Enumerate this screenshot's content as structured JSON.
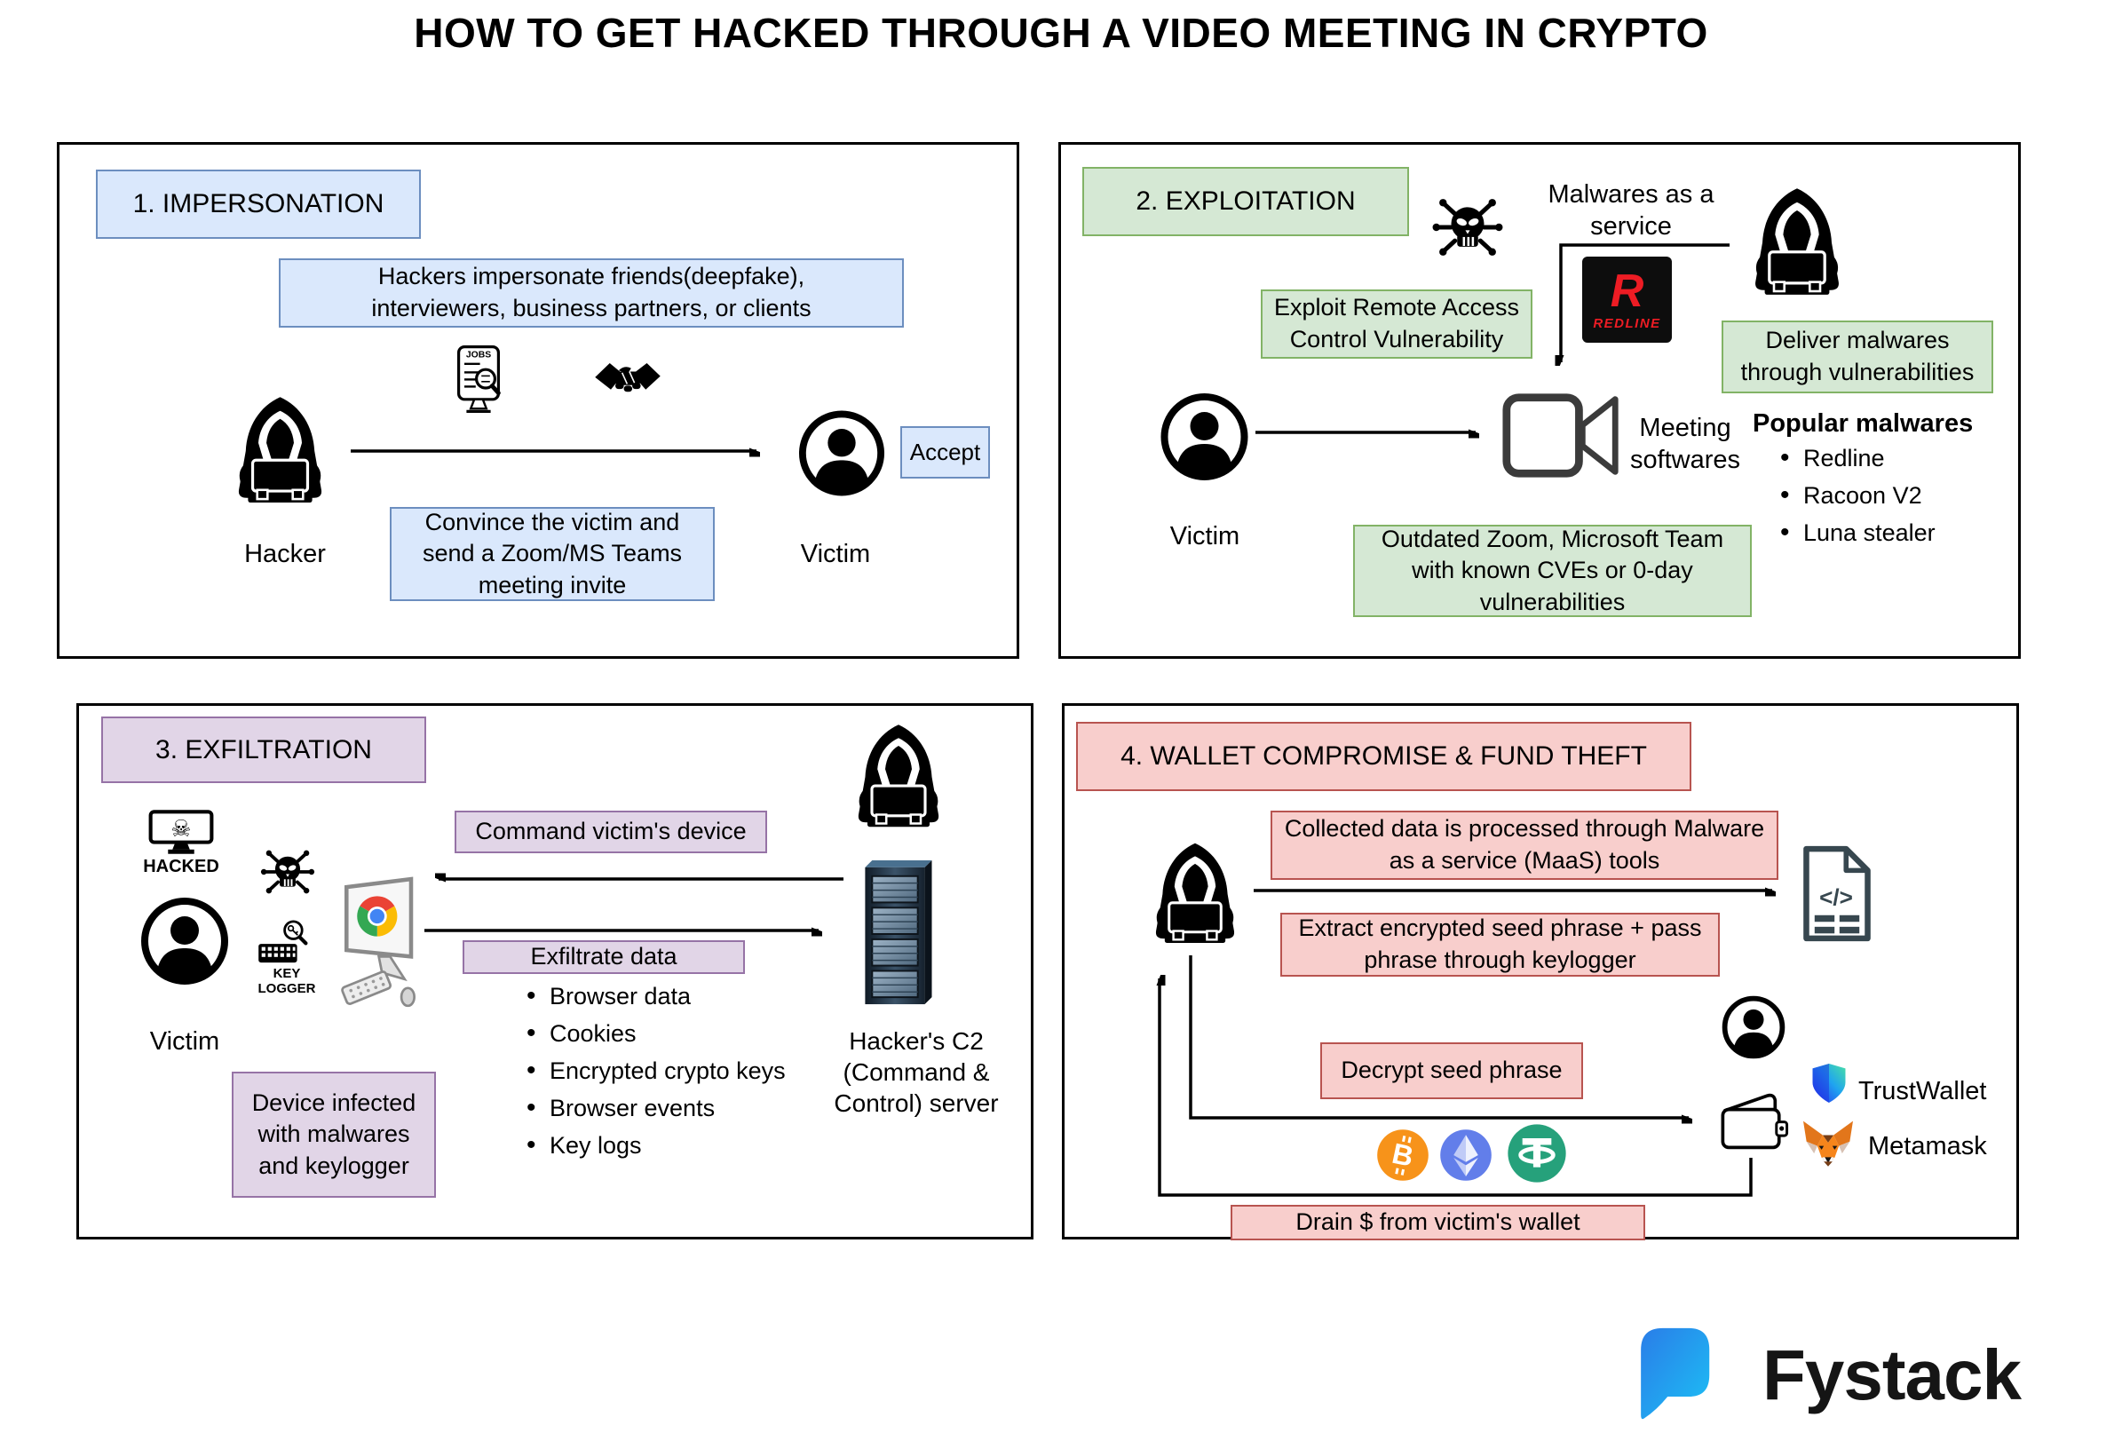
{
  "title": "HOW TO GET HACKED THROUGH A VIDEO MEETING IN CRYPTO",
  "theme": {
    "blue-fill": "#dae8fc",
    "blue-border": "#6c8ebf",
    "green-fill": "#d5e8d4",
    "green-border": "#82b366",
    "purple-fill": "#e1d5e7",
    "purple-border": "#9673a6",
    "pink-fill": "#f8cecc",
    "pink-border": "#b85450",
    "btc-orange": "#f7931a",
    "eth-blue": "#627eea",
    "usdt-green": "#26a17b",
    "redline-red": "#ed1c24",
    "fystack-blue-1": "#2a7de8",
    "fystack-blue-2": "#1cc0f5"
  },
  "icons": {
    "skull_glyph": "☠",
    "code_glyph": "</>",
    "btc_glyph": "B"
  },
  "panels": {
    "impersonation": {
      "title": "1. IMPERSONATION",
      "description_lines": [
        "Hackers impersonate friends(deepfake),",
        "interviewers, business partners, or clients"
      ],
      "jobs_label": "JOBS",
      "convince_box": "Convince the victim and send a Zoom/MS Teams meeting invite",
      "accept_label": "Accept",
      "hacker_label": "Hacker",
      "victim_label": "Victim"
    },
    "exploitation": {
      "title": "2. EXPLOITATION",
      "maas_label": "Malwares as a service",
      "redline_letter": "R",
      "redline_word": "REDLINE",
      "exploit_box": "Exploit Remote Access Control Vulnerability",
      "deliver_box": "Deliver malwares through vulnerabilities",
      "meeting_label": "Meeting softwares",
      "popular_title": "Popular malwares",
      "malware_list": [
        "Redline",
        "Racoon V2",
        "Luna stealer"
      ],
      "outdated_box": "Outdated Zoom, Microsoft Team with known CVEs or 0-day vulnerabilities",
      "victim_label": "Victim"
    },
    "exfiltration": {
      "title": "3. EXFILTRATION",
      "hacked_label": "HACKED",
      "keylogger_label": "KEY LOGGER",
      "command_box": "Command victim's device",
      "exfiltrate_box": "Exfiltrate data",
      "data_list": [
        "Browser data",
        "Cookies",
        "Encrypted crypto keys",
        "Browser events",
        "Key logs"
      ],
      "device_box": "Device infected with malwares and keylogger",
      "c2_label": "Hacker's C2 (Command & Control) server",
      "victim_label": "Victim"
    },
    "wallet": {
      "title": "4. WALLET COMPROMISE & FUND THEFT",
      "collected_lines": [
        "Collected data is processed through Malware",
        "as a service (MaaS) tools"
      ],
      "extract_box": "Extract encrypted seed phrase + pass phrase through keylogger",
      "decrypt_box": "Decrypt seed phrase",
      "drain_box": "Drain $ from victim's wallet",
      "trustwallet_label": "TrustWallet",
      "metamask_label": "Metamask"
    }
  },
  "footer": {
    "brand": "Fystack"
  }
}
